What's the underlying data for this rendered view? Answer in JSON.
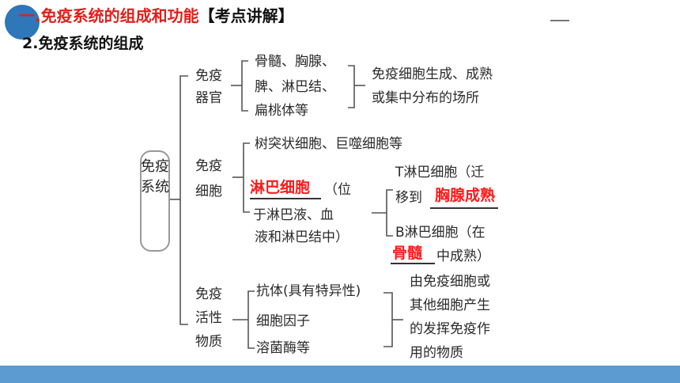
{
  "header": {
    "title_main": "一.免疫系统的组成和功能",
    "title_tag": "【考点讲解】",
    "subtitle": "2.免疫系统的组成"
  },
  "diagram": {
    "root": "免疫系统",
    "organs": {
      "label_1": "免疫",
      "label_2": "器官",
      "items": [
        "骨髓、胸腺、",
        "脾、淋巴结、",
        "扁桃体等"
      ],
      "desc": [
        "免疫细胞生成、成熟",
        "或集中分布的场所"
      ]
    },
    "cells": {
      "label_1": "免疫",
      "label_2": "细胞",
      "item_1": "树突状细胞、巨噬细胞等",
      "lymph_answer": "淋巴细胞",
      "lymph_rest": [
        "（位",
        "于淋巴液、血",
        "液和淋巴结中）"
      ],
      "t_cell": [
        "T淋巴细胞（迁",
        "移到"
      ],
      "t_answer": "胸腺成熟",
      "b_cell": "B淋巴细胞（在",
      "b_answer": "骨髓",
      "b_rest": "中成熟）"
    },
    "substances": {
      "label_1": "免疫",
      "label_2": "活性",
      "label_3": "物质",
      "items": [
        "抗体(具有特异性)",
        "细胞因子",
        "溶菌酶等"
      ],
      "desc": [
        "由免疫细胞或",
        "其他细胞产生",
        "的发挥免疫作",
        "用的物质"
      ]
    }
  },
  "colors": {
    "accent_blue": "#2e77b8",
    "answer_red": "#ff1a1a",
    "bottom_bar": "#5b9bd2"
  }
}
